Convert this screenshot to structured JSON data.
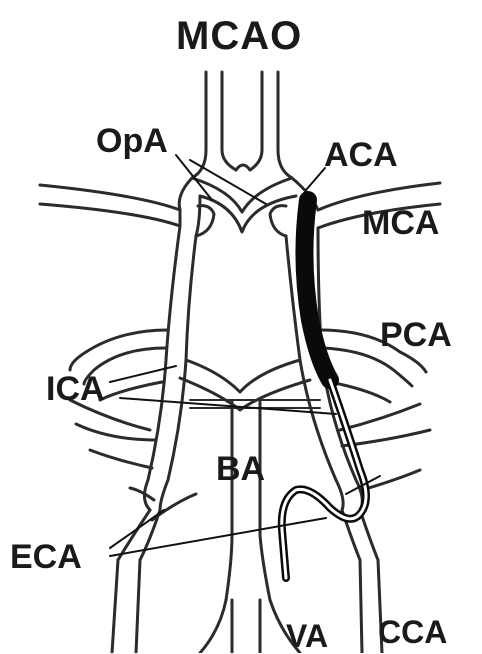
{
  "title": "MCAO",
  "labels": {
    "opa": "OpA",
    "aca": "ACA",
    "mca": "MCA",
    "pca": "PCA",
    "ica": "ICA",
    "ba": "BA",
    "eca": "ECA",
    "va": "VA",
    "cca": "CCA"
  },
  "colors": {
    "vessel": "#2b2b2b",
    "filament": "#0a0a0a",
    "text": "#1a1a1a",
    "background": "#ffffff"
  }
}
